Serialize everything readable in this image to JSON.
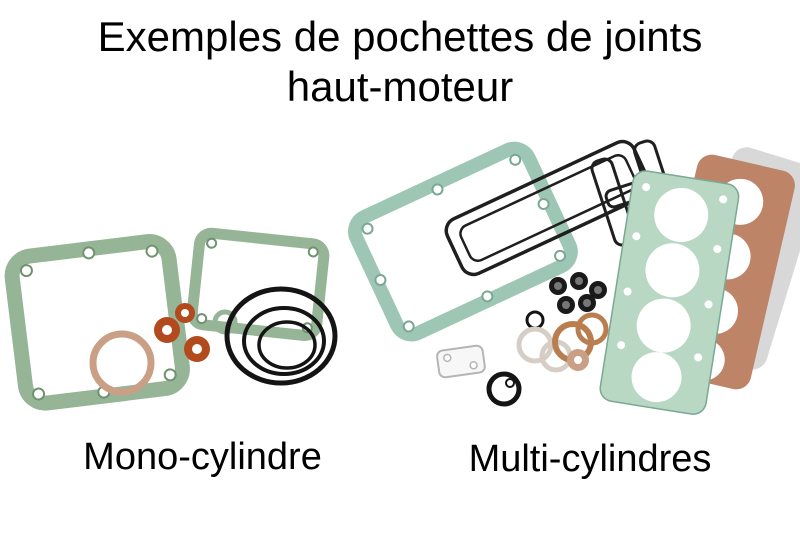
{
  "title": {
    "line1": "Exemples de pochettes de joints",
    "line2": "haut-moteur"
  },
  "captions": {
    "mono": "Mono-cylindre",
    "multi": "Multi-cylindres"
  },
  "colors": {
    "background": "#ffffff",
    "text": "#000000",
    "gasket_green": "#96b496",
    "gasket_green_dark": "#6f926f",
    "gasket_teal": "#9ec6b4",
    "gasket_teal_dark": "#7aa893",
    "gasket_mint": "#b9d8c3",
    "copper_red": "#b24a1e",
    "copper": "#b87e50",
    "tan": "#c9a086",
    "brown": "#bd8468",
    "gray_gasket": "#d8d8d8",
    "seal_black": "#1a1a1a"
  }
}
